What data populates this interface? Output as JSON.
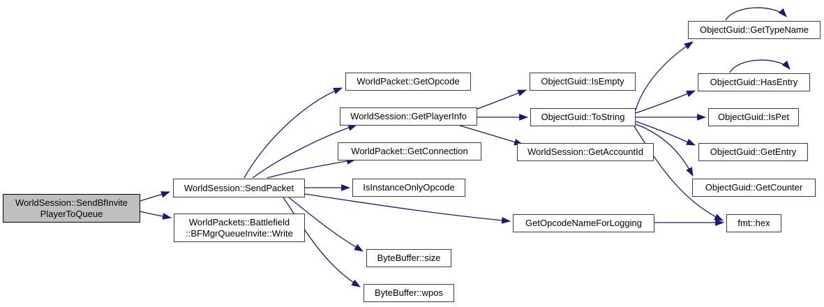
{
  "colors": {
    "edge": "#191970",
    "node_border": "#3a3a3a",
    "node_fill": "#ffffff",
    "highlight_fill": "#bfbfbf",
    "text": "#000000"
  },
  "diagram": {
    "type": "call-graph",
    "nodes": [
      {
        "id": "sendbfinviteplayertoqueue",
        "label": "WorldSession::SendBfInvite\nPlayerToQueue",
        "highlighted": true
      },
      {
        "id": "sendpacket",
        "label": "WorldSession::SendPacket",
        "highlighted": false
      },
      {
        "id": "bfmgrqueueinvitewrite",
        "label": "WorldPackets::Battlefield\n::BFMgrQueueInvite::Write",
        "highlighted": false
      },
      {
        "id": "getopcode",
        "label": "WorldPacket::GetOpcode",
        "highlighted": false
      },
      {
        "id": "getplayerinfo",
        "label": "WorldSession::GetPlayerInfo",
        "highlighted": false
      },
      {
        "id": "getconnection",
        "label": "WorldPacket::GetConnection",
        "highlighted": false
      },
      {
        "id": "isinstanceonlyopcode",
        "label": "IsInstanceOnlyOpcode",
        "highlighted": false
      },
      {
        "id": "bytebuffersize",
        "label": "ByteBuffer::size",
        "highlighted": false
      },
      {
        "id": "bytebufferwpos",
        "label": "ByteBuffer::wpos",
        "highlighted": false
      },
      {
        "id": "isempty",
        "label": "ObjectGuid::IsEmpty",
        "highlighted": false
      },
      {
        "id": "tostring",
        "label": "ObjectGuid::ToString",
        "highlighted": false
      },
      {
        "id": "getaccountid",
        "label": "WorldSession::GetAccountId",
        "highlighted": false
      },
      {
        "id": "getopcodenameforlogging",
        "label": "GetOpcodeNameForLogging",
        "highlighted": false
      },
      {
        "id": "gettypename",
        "label": "ObjectGuid::GetTypeName",
        "highlighted": false
      },
      {
        "id": "hasentry",
        "label": "ObjectGuid::HasEntry",
        "highlighted": false
      },
      {
        "id": "ispet",
        "label": "ObjectGuid::IsPet",
        "highlighted": false
      },
      {
        "id": "getentry",
        "label": "ObjectGuid::GetEntry",
        "highlighted": false
      },
      {
        "id": "getcounter",
        "label": "ObjectGuid::GetCounter",
        "highlighted": false
      },
      {
        "id": "fmthex",
        "label": "fmt::hex",
        "highlighted": false
      }
    ],
    "edges": [
      {
        "from": "sendbfinviteplayertoqueue",
        "to": "sendpacket"
      },
      {
        "from": "sendbfinviteplayertoqueue",
        "to": "bfmgrqueueinvitewrite"
      },
      {
        "from": "sendpacket",
        "to": "getopcode"
      },
      {
        "from": "sendpacket",
        "to": "getplayerinfo"
      },
      {
        "from": "sendpacket",
        "to": "getconnection"
      },
      {
        "from": "sendpacket",
        "to": "isinstanceonlyopcode"
      },
      {
        "from": "sendpacket",
        "to": "getopcodenameforlogging"
      },
      {
        "from": "sendpacket",
        "to": "bytebuffersize"
      },
      {
        "from": "sendpacket",
        "to": "bytebufferwpos"
      },
      {
        "from": "getplayerinfo",
        "to": "isempty"
      },
      {
        "from": "getplayerinfo",
        "to": "tostring"
      },
      {
        "from": "getplayerinfo",
        "to": "getaccountid"
      },
      {
        "from": "tostring",
        "to": "gettypename"
      },
      {
        "from": "tostring",
        "to": "hasentry"
      },
      {
        "from": "tostring",
        "to": "ispet"
      },
      {
        "from": "tostring",
        "to": "getentry"
      },
      {
        "from": "tostring",
        "to": "getcounter"
      },
      {
        "from": "tostring",
        "to": "fmthex"
      },
      {
        "from": "getopcodenameforlogging",
        "to": "fmthex"
      },
      {
        "from": "gettypename",
        "to": "gettypename"
      },
      {
        "from": "hasentry",
        "to": "hasentry"
      }
    ]
  }
}
